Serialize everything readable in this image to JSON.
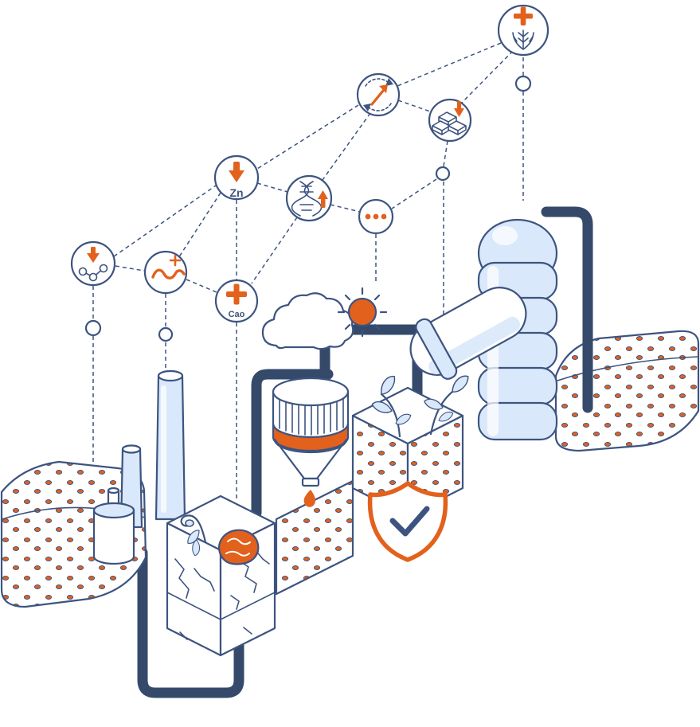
{
  "labels": {
    "zn": "Zn",
    "cao": "Cao"
  },
  "colors": {
    "outline": "#3d5480",
    "pipe": "#35496b",
    "orange": "#e2611c",
    "light_blue": "#d9e8fa",
    "white": "#ffffff"
  },
  "icons": [
    "wheat-plus-icon",
    "recycle-up-icon",
    "gold-bars-down-icon",
    "zinc-down-icon",
    "dna-up-icon",
    "ellipsis-icon",
    "molecule-down-icon",
    "worm-plus-icon",
    "cao-plus-icon",
    "sun-icon",
    "cloud",
    "shield-check-icon",
    "brain-icon",
    "water-drop-icon"
  ]
}
